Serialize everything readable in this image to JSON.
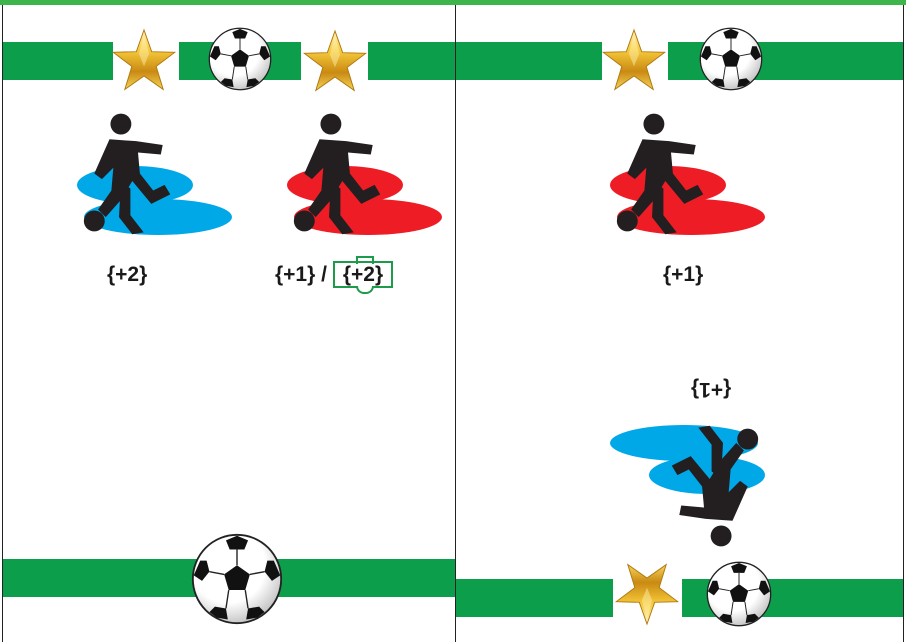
{
  "colors": {
    "bar_green": "#0d9e4b",
    "top_strip_green": "#3db54a",
    "zone_blue": "#00a8e8",
    "zone_red": "#ee1c25",
    "player_black": "#231f20",
    "goal_box_green": "#1c9c4a"
  },
  "left_card": {
    "top_bar_icons": [
      "star-icon",
      "soccer-ball-icon",
      "star-icon"
    ],
    "players": [
      {
        "zone_color": "blue",
        "icon": "kicking-player-icon",
        "bonus": "{+2}"
      },
      {
        "zone_color": "red",
        "icon": "kicking-player-icon",
        "bonus_primary": "{+1}",
        "separator": "/",
        "bonus_goal": "{+2}"
      }
    ],
    "bottom_bar_icons": [
      "soccer-ball-icon"
    ]
  },
  "right_card": {
    "top_bar_icons": [
      "star-icon",
      "soccer-ball-icon"
    ],
    "players": [
      {
        "zone_color": "red",
        "icon": "kicking-player-icon",
        "bonus": "{+1}"
      },
      {
        "zone_color": "blue",
        "icon": "kicking-player-icon",
        "bonus_upside_down": "{+1}"
      }
    ],
    "bottom_bar_icons": [
      "star-icon",
      "soccer-ball-icon"
    ]
  }
}
